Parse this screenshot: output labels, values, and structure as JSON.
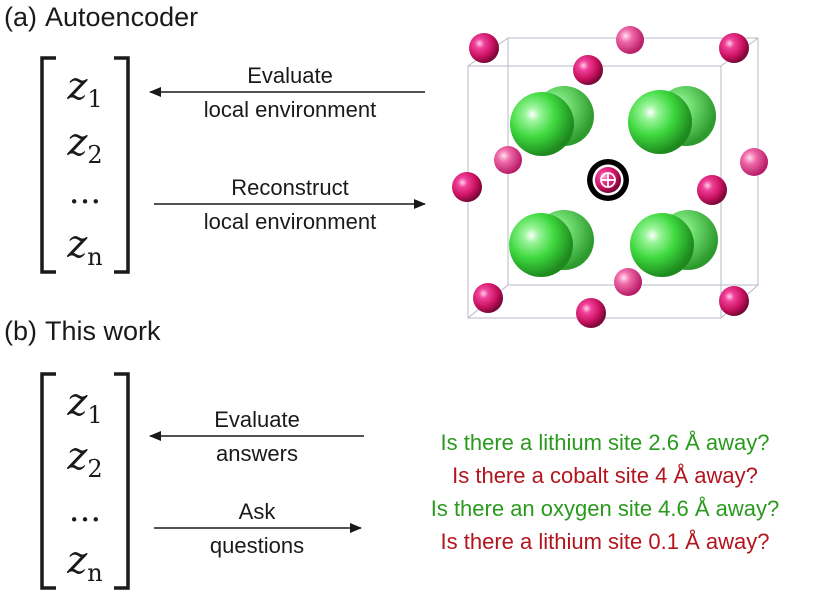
{
  "panel_a": {
    "label": "(a)",
    "title": "Autoencoder",
    "vector": {
      "z1": "z",
      "z1_sub": "1",
      "z2": "z",
      "z2_sub": "2",
      "dots": "...",
      "zn": "z",
      "zn_sub": "n"
    },
    "arrow_top_line1": "Evaluate",
    "arrow_top_line2": "local environment",
    "arrow_bottom_line1": "Reconstruct",
    "arrow_bottom_line2": "local environment"
  },
  "panel_b": {
    "label": "(b)",
    "title": "This work",
    "vector": {
      "z1": "z",
      "z1_sub": "1",
      "z2": "z",
      "z2_sub": "2",
      "dots": "...",
      "zn": "z",
      "zn_sub": "n"
    },
    "arrow_top_line1": "Evaluate",
    "arrow_top_line2": "answers",
    "arrow_bottom_line1": "Ask",
    "arrow_bottom_line2": "questions",
    "questions": [
      {
        "text": "Is there a lithium site 2.6 Å away?",
        "color": "#2a9a1e"
      },
      {
        "text": "Is there a cobalt site 4 Å away?",
        "color": "#b3141e"
      },
      {
        "text": "Is there an oxygen site 4.6 Å away?",
        "color": "#2a9a1e"
      },
      {
        "text": "Is there a lithium site 0.1 Å away?",
        "color": "#b3141e"
      }
    ]
  },
  "colors": {
    "green_atom": "#3fd93f",
    "magenta_atom": "#d8146e",
    "correct_answer": "#2a9a1e",
    "wrong_answer": "#b3141e"
  }
}
